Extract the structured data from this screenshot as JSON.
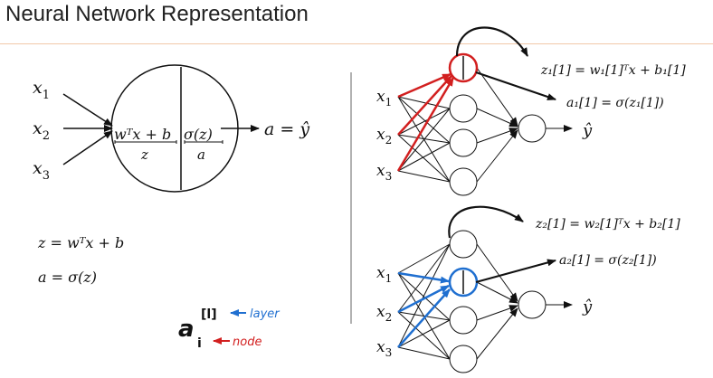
{
  "title": "Neural Network Representation",
  "colors": {
    "red_highlight": "#d21f1f",
    "blue_highlight": "#1f6fd0",
    "title_rule": "#f2c8a8"
  },
  "neuron_diagram": {
    "inputs": [
      {
        "var": "x",
        "sub": "1"
      },
      {
        "var": "x",
        "sub": "2"
      },
      {
        "var": "x",
        "sub": "3"
      }
    ],
    "linear_part": "wᵀx + b",
    "linear_label": "z",
    "activation_part": "σ(z)",
    "activation_label": "a",
    "output": "a = ŷ"
  },
  "formulas": {
    "z_eq": "z = wᵀx + b",
    "a_eq": "a = σ(z)"
  },
  "handwritten_notation": {
    "symbol": "a",
    "superscript": "[l]",
    "subscript": "i",
    "superscript_note": "layer",
    "subscript_note": "node"
  },
  "network_top": {
    "inputs": [
      {
        "var": "x",
        "sub": "1"
      },
      {
        "var": "x",
        "sub": "2"
      },
      {
        "var": "x",
        "sub": "3"
      }
    ],
    "output": "ŷ",
    "eq_z": "z₁[1] = w₁[1]ᵀx + b₁[1]",
    "eq_a": "a₁[1] = σ(z₁[1])"
  },
  "network_bottom": {
    "inputs": [
      {
        "var": "x",
        "sub": "1"
      },
      {
        "var": "x",
        "sub": "2"
      },
      {
        "var": "x",
        "sub": "3"
      }
    ],
    "output": "ŷ",
    "eq_z": "z₂[1] = w₂[1]ᵀx + b₂[1]",
    "eq_a": "a₂[1] = σ(z₂[1])"
  }
}
